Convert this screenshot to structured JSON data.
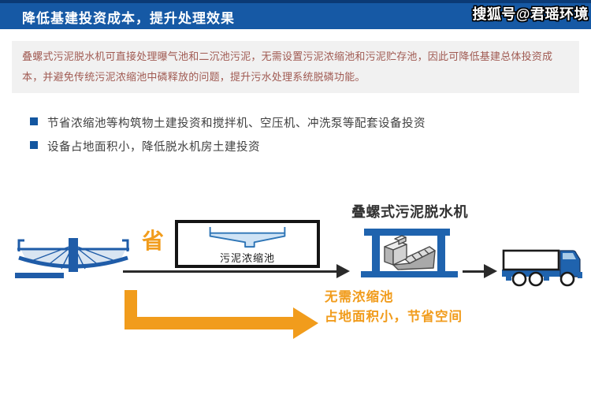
{
  "header": {
    "title": "降低基建投资成本，提升处理效果",
    "watermark": "搜狐号@君瑶环境"
  },
  "intro": {
    "text": "叠螺式污泥脱水机可直接处理曝气池和二沉池污泥，无需设置污泥浓缩池和污泥贮存池，因此可降低基建总体投资成本，并避免传统污泥浓缩池中磷释放的问题，提升污水处理系统脱磷功能。"
  },
  "bullets": [
    {
      "label": "节省浓缩池等构筑物土建投资和搅拌机、空压机、冲洗泵等配套设备投资"
    },
    {
      "label": "设备占地面积小，降低脱水机房土建投资"
    }
  ],
  "diagram": {
    "save_label": "省",
    "thickener_label": "污泥浓缩池",
    "machine_title": "叠螺式污泥脱水机",
    "benefit_line1": "无需浓缩池",
    "benefit_line2": "占地面积小，节省空间"
  },
  "colors": {
    "navy": "#0b3a75",
    "blue": "#1659a5",
    "bullet-blue": "#1356a0",
    "orange": "#f19c1c",
    "intro-red": "#a05a52",
    "gray-bg": "#f1f1f1",
    "line-black": "#2a2a2a",
    "tank-blue": "#1f5ca8",
    "tank-fill": "#d9e5f2",
    "thickener-stroke": "#2e75b6",
    "thickener-fill": "#cfe3f5",
    "truck-blue": "#1f63ae",
    "window-blue": "#a8cbe8",
    "title-dark": "#333333"
  }
}
